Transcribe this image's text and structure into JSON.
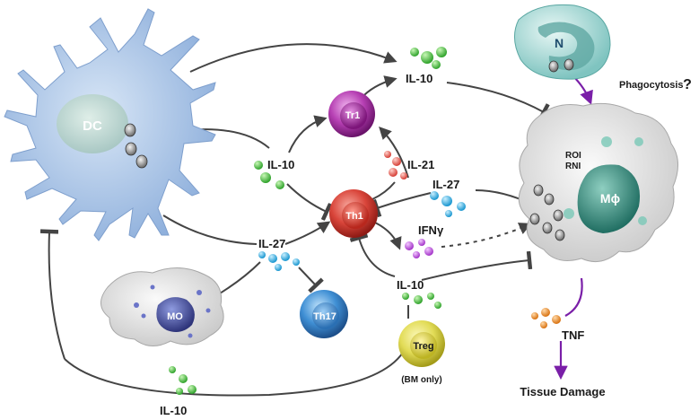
{
  "cells": {
    "dc": "DC",
    "neutrophil": "N",
    "macrophage": "Mϕ",
    "monocyte": "MO",
    "tr1": "Tr1",
    "th1": "Th1",
    "th17": "Th17",
    "treg": "Treg"
  },
  "labels": {
    "il10_top": "IL-10",
    "il10_left": "IL-10",
    "il21": "IL-21",
    "il27_right": "IL-27",
    "il27_left": "IL-27",
    "ifng": "IFNγ",
    "il10_treg": "IL-10",
    "il10_bottom": "IL-10",
    "tnf": "TNF",
    "phagocytosis": "Phagocytosis",
    "question": "?",
    "roi": "ROI",
    "rni": "RNI",
    "bm_only": "(BM only)",
    "tissue_damage": "Tissue Damage"
  },
  "colors": {
    "dc_fill": "#a9c4e6",
    "th1_fill": "#d9453a",
    "tr1_fill": "#b63fb3",
    "th17_fill": "#3f8fd4",
    "treg_fill": "#e2dc57",
    "il10_green": "#3fbf3a",
    "il21_red": "#e8615a",
    "il27_cyan": "#27b4e8",
    "ifng_purple": "#c855e0",
    "tnf_orange": "#ee8a1d",
    "purple_arrow": "#7a1fa8"
  }
}
